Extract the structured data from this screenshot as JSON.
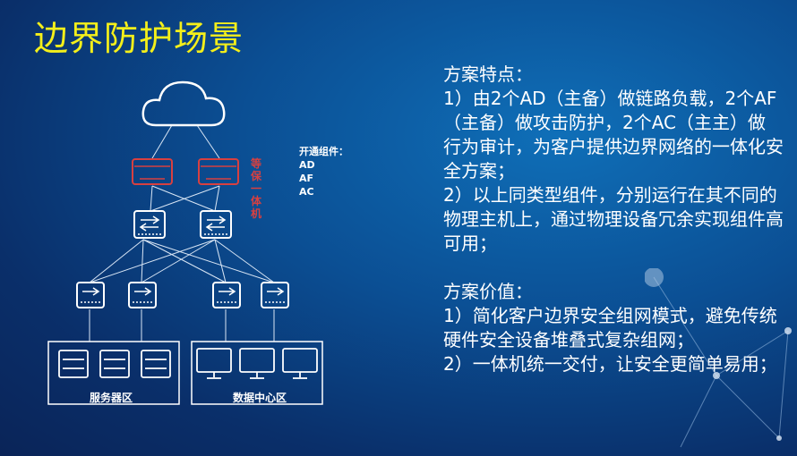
{
  "title": "边界防护场景",
  "diagram": {
    "device_label": "等保一体机",
    "components_heading": "开通组件：",
    "components": [
      "AD",
      "AF",
      "AC"
    ],
    "zone_servers": "服务器区",
    "zone_datacenter": "数据中心区",
    "colors": {
      "device_accent": "#d84040",
      "title": "#f4ef1a"
    }
  },
  "features": {
    "heading": "方案特点：",
    "items": [
      "1）由2个AD（主备）做链路负载，2个AF（主备）做攻击防护，2个AC（主主）做行为审计，为客户提供边界网络的一体化安全方案；",
      "2）以上同类型组件，分别运行在其不同的物理主机上，通过物理设备冗余实现组件高可用；"
    ]
  },
  "value": {
    "heading": "方案价值：",
    "items": [
      "1）简化客户边界安全组网模式，避免传统硬件安全设备堆叠式复杂组网；",
      "2）一体机统一交付，让安全更简单易用；"
    ]
  }
}
